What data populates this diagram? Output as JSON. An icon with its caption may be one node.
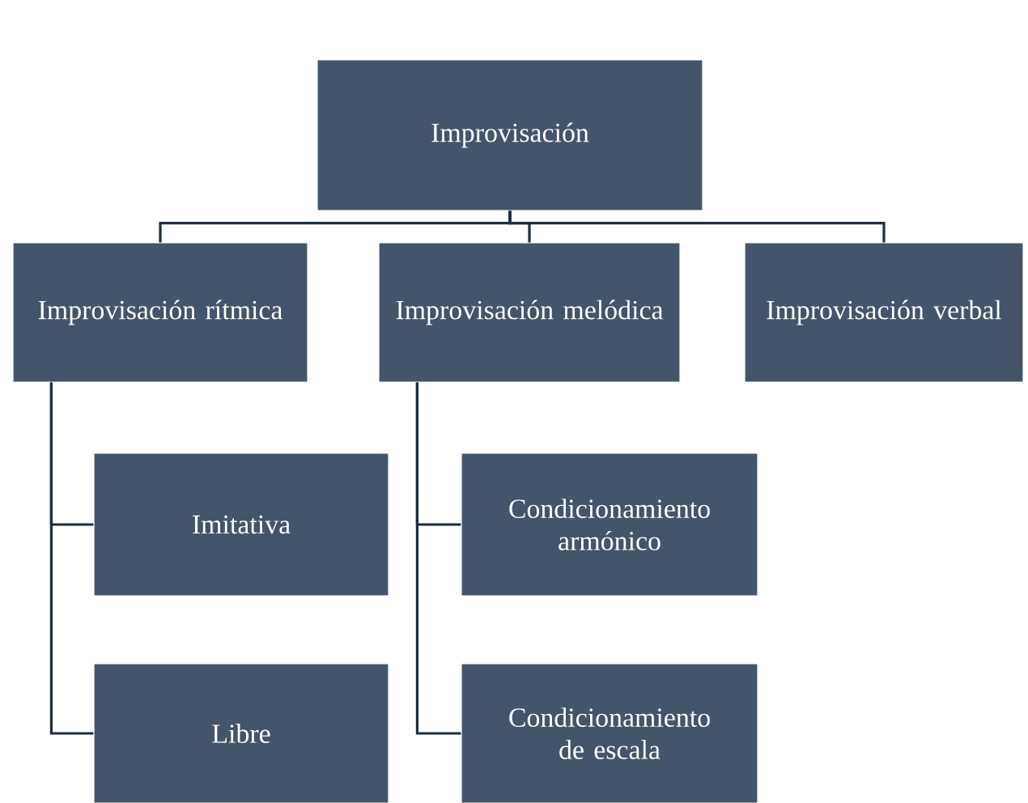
{
  "diagram": {
    "nodes": [
      {
        "text": [
          "Improvisación"
        ]
      },
      {
        "text": [
          "Improvisación rítmica"
        ]
      },
      {
        "text": [
          "Improvisación melódica"
        ]
      },
      {
        "text": [
          "Improvisación verbal"
        ]
      },
      {
        "text": [
          "Imitativa"
        ]
      },
      {
        "text": [
          "Libre"
        ]
      },
      {
        "text": [
          "Condicionamiento armónico"
        ]
      },
      {
        "text": [
          "Condicionamiento de escala"
        ]
      }
    ],
    "edges": [
      {
        "from": 0,
        "to": 1,
        "arrow": "none"
      },
      {
        "from": 0,
        "to": 2,
        "arrow": "none"
      },
      {
        "from": 0,
        "to": 3,
        "arrow": "none"
      },
      {
        "from": 1,
        "to": 4,
        "arrow": "none"
      },
      {
        "from": 1,
        "to": 5,
        "arrow": "none"
      },
      {
        "from": 2,
        "to": 6,
        "arrow": "none"
      },
      {
        "from": 2,
        "to": 7,
        "arrow": "none"
      }
    ]
  }
}
